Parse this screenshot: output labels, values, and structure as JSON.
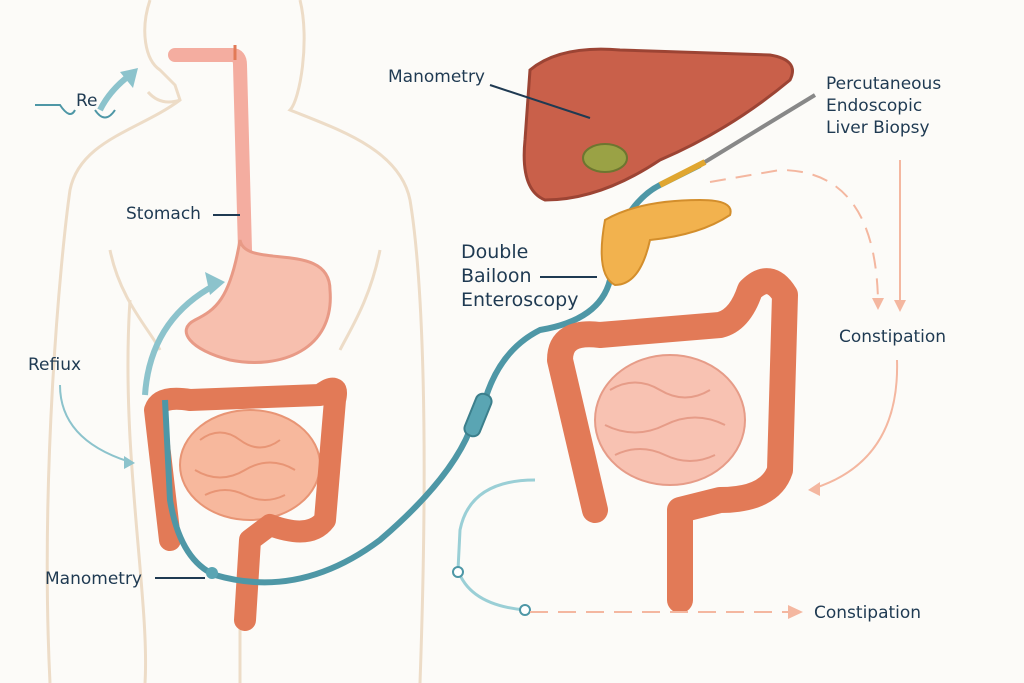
{
  "labels": {
    "re": "Re",
    "stomach": "Stomach",
    "reflux": "Refiux",
    "manometry_left": "Manometry",
    "manometry_top": "Manometry",
    "pelb_line1": "Percutaneous",
    "pelb_line2": "Endoscopic",
    "pelb_line3": "Liver Biopsy",
    "dbe_line1": "Double",
    "dbe_line2": "Bailoon",
    "dbe_line3": "Enteroscopy",
    "constipation_right": "Constipation",
    "constipation_bottom": "Constipation"
  },
  "colors": {
    "text": "#1f3a52",
    "scope": "#4e97a6",
    "colon": "#e27a57",
    "small_intestine": "#f4b29a",
    "liver": "#c9604a",
    "pancreas": "#f2b24e",
    "body_outline": "#eddcc7",
    "arrow_peach": "#f4b7a0"
  }
}
